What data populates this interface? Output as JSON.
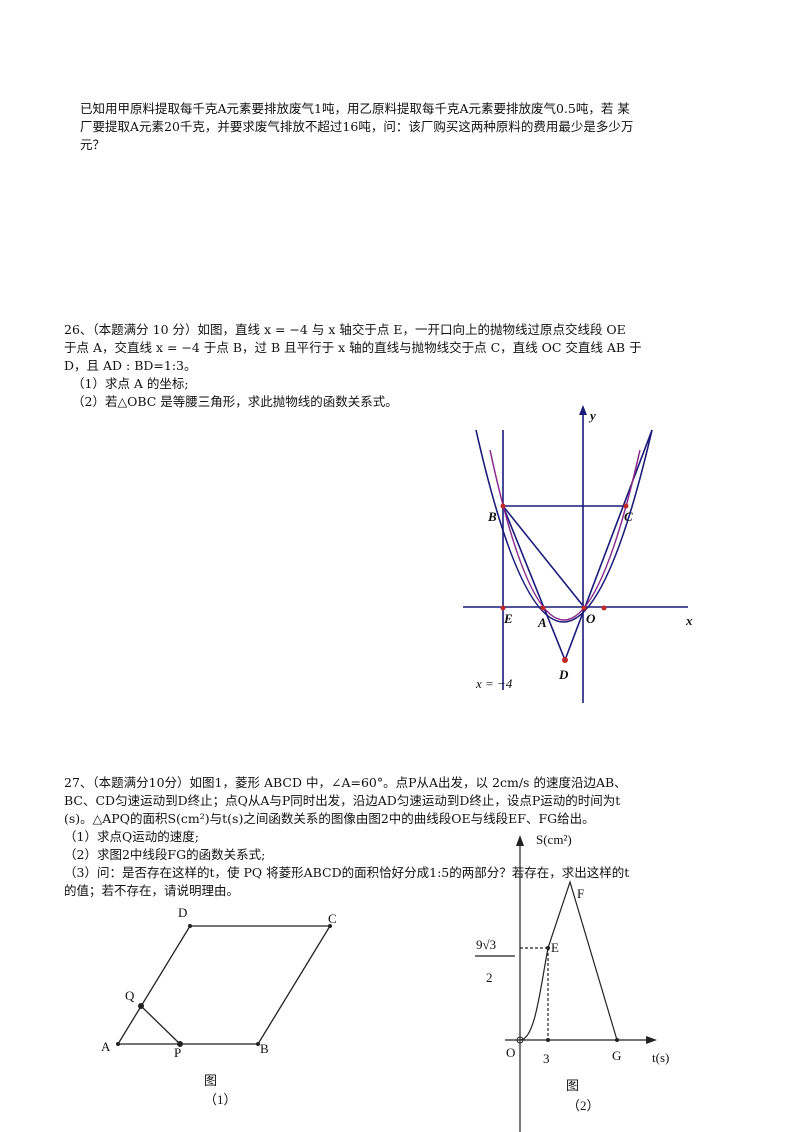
{
  "q25": {
    "lines": [
      "已知用甲原料提取每千克A元素要排放废气1吨，用乙原料提取每千克A元素要排放废气0.5吨，若 某",
      "厂要提取A元素20千克，并要求废气排放不超过16吨，问：该厂购买这两种原料的费用最少是多少万",
      "元？"
    ]
  },
  "q26": {
    "lines": [
      "26、（本题满分 10 分）如图，直线 x = −4 与 x 轴交于点 E，一开口向上的抛物线过原点交线段 OE",
      "于点 A，交直线 x = −4 于点 B，过 B 且平行于 x 轴的直线与抛物线交于点 C，直线 OC 交直线 AB 于",
      "D，且 AD : BD=1:3。",
      "（1）求点 A 的坐标;",
      "（2）若△OBC 是等腰三角形，求此抛物线的函数关系式。"
    ],
    "figure": {
      "labels": {
        "y": "y",
        "x": "x",
        "B": "B",
        "C": "C",
        "E": "E",
        "A": "A",
        "O": "O",
        "D": "D",
        "line_eq": "x = −4"
      }
    }
  },
  "q27": {
    "lines": [
      "27、（本题满分10分）如图1，菱形 ABCD 中，∠A=60°。点P从A出发，以 2cm/s 的速度沿边AB、",
      "BC、CD匀速运动到D终止；点Q从A与P同时出发，沿边AD匀速运动到D终止，设点P运动的时间为t",
      "(s)。△APQ的面积S(cm²)与t(s)之间函数关系的图像由图2中的曲线段OE与线段EF、FG给出。",
      "（1）求点Q运动的速度;",
      "（2）求图2中线段FG的函数关系式;",
      "（3）问：是否存在这样的t，使 PQ 将菱形ABCD的面积恰好分成1:5的两部分？若存在，求出这样的t",
      "的值；若不存在，请说明理由。"
    ],
    "figure1": {
      "labels": {
        "A": "A",
        "B": "B",
        "C": "C",
        "D": "D",
        "P": "P",
        "Q": "Q"
      },
      "caption": "图",
      "number": "（1）"
    },
    "figure2": {
      "labels": {
        "ylabel": "S(cm²)",
        "xlabel": "t(s)",
        "O": "O",
        "E": "E",
        "F": "F",
        "G": "G",
        "tick_3": "3",
        "value_num": "9√3",
        "value_den": "2"
      },
      "caption": "图",
      "number": "（2）"
    }
  }
}
